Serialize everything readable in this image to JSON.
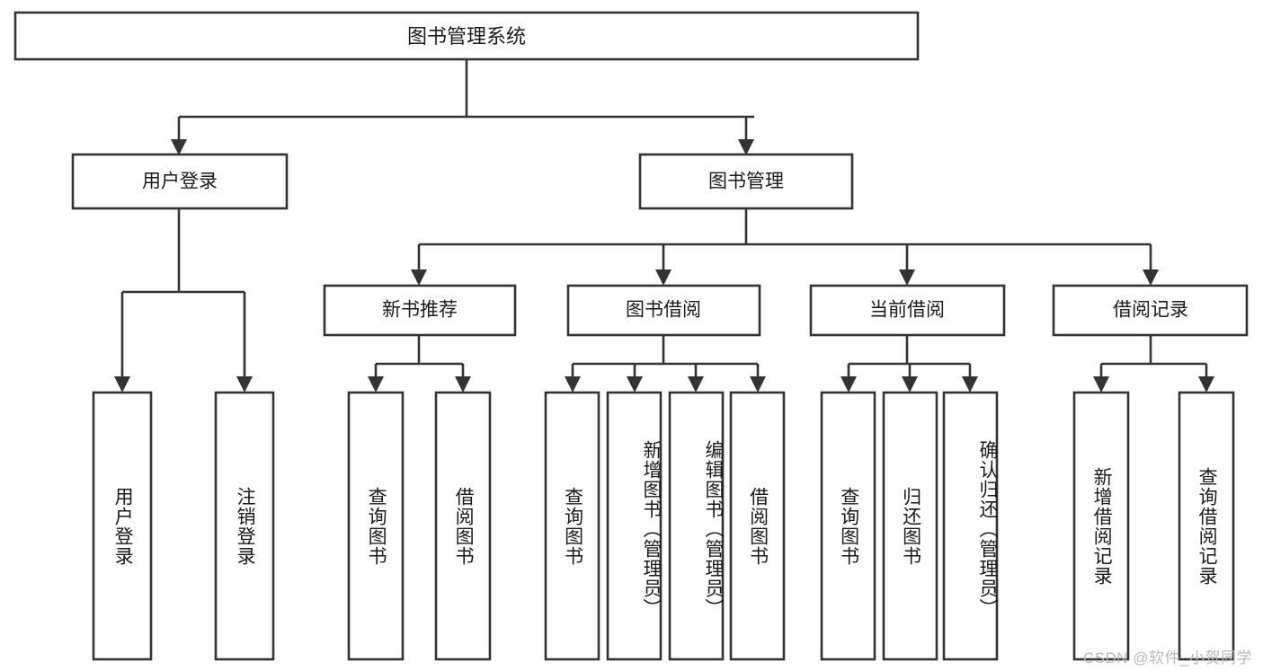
{
  "diagram": {
    "title": "图书管理系统",
    "type": "tree",
    "orientation": "top-down",
    "colors": {
      "stroke": "#333333",
      "box_fill": "#ffffff",
      "text": "#1a1a1a",
      "background": "#ffffff",
      "watermark": "#b8b8b8"
    },
    "root": {
      "label": "图书管理系统"
    },
    "level2": [
      {
        "label": "用户登录"
      },
      {
        "label": "图书管理"
      }
    ],
    "level3": [
      {
        "label": "新书推荐"
      },
      {
        "label": "图书借阅"
      },
      {
        "label": "当前借阅"
      },
      {
        "label": "借阅记录"
      }
    ],
    "leaves": {
      "user_login": [
        {
          "label": "用户登录"
        },
        {
          "label": "注销登录"
        }
      ],
      "new_book_recommend": [
        {
          "label": "查询图书"
        },
        {
          "label": "借阅图书"
        }
      ],
      "book_borrow": [
        {
          "label": "查询图书"
        },
        {
          "label": "新增图书（管理员）"
        },
        {
          "label": "编辑图书（管理员）"
        },
        {
          "label": "借阅图书"
        }
      ],
      "current_borrow": [
        {
          "label": "查询图书"
        },
        {
          "label": "归还图书"
        },
        {
          "label": "确认归还（管理员）"
        }
      ],
      "borrow_record": [
        {
          "label": "新增借阅记录"
        },
        {
          "label": "查询借阅记录"
        }
      ]
    }
  },
  "watermark": {
    "text": "CSDN @软件_小贺同学"
  }
}
